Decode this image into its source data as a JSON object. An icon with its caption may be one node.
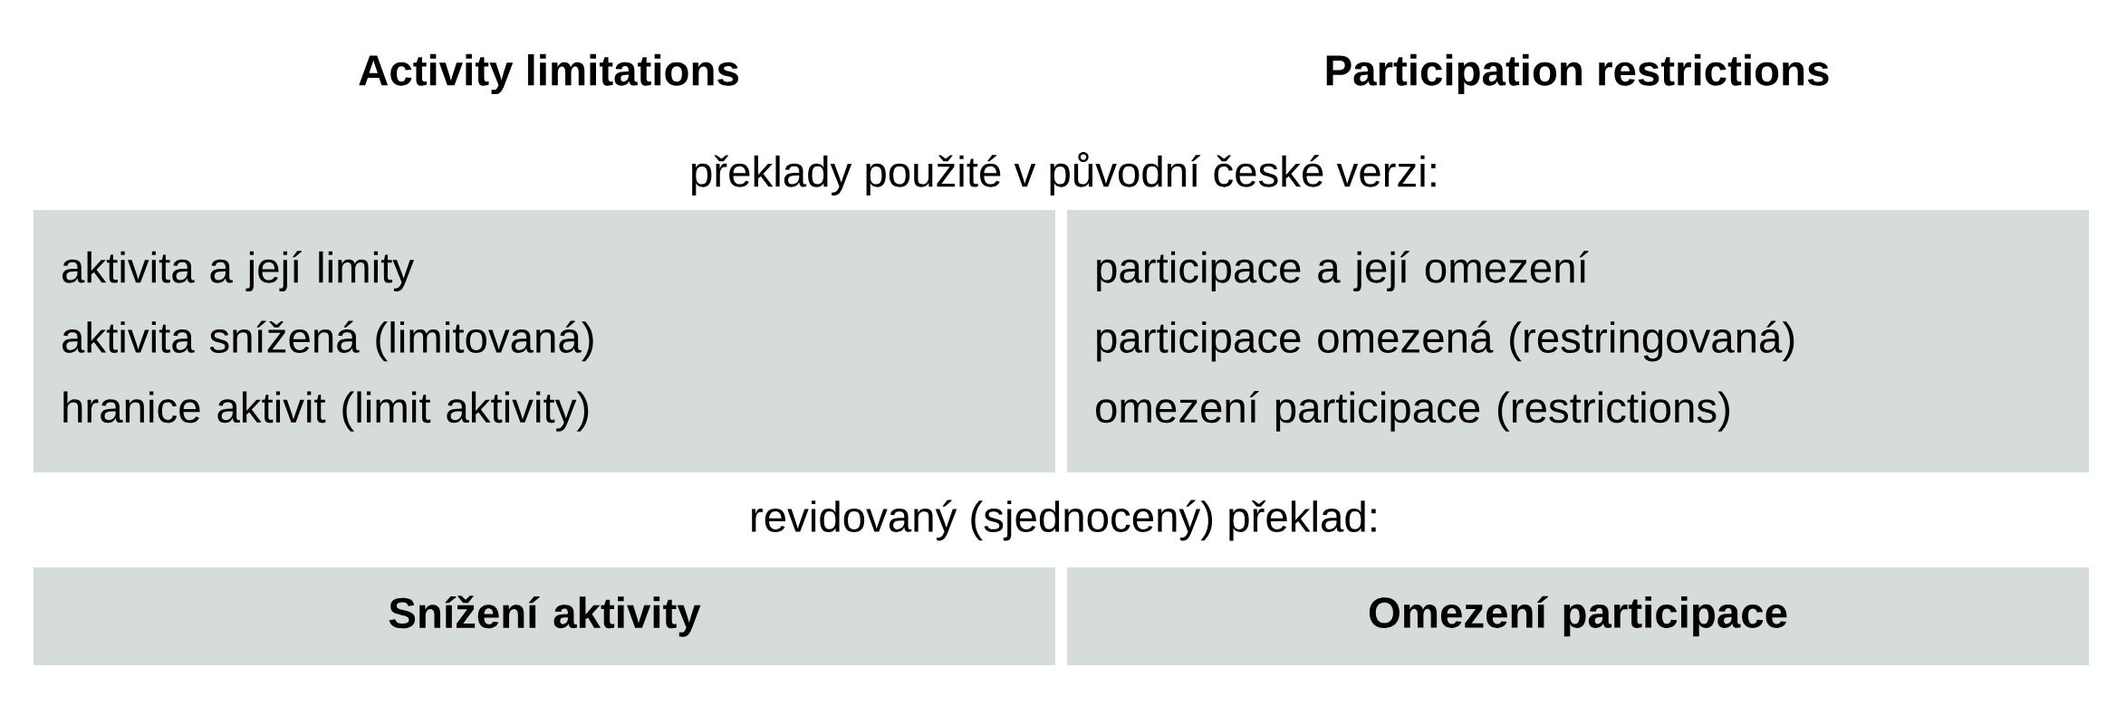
{
  "diagram": {
    "nodes": [
      {
        "text": [
          "aktivita a její limity",
          "aktivita snížená (limitovaná)",
          "hranice aktivit (limit aktivity)"
        ]
      },
      {
        "text": [
          "participace a její omezení",
          "participace omezená (restringovaná)",
          "omezení participace (restrictions)"
        ]
      },
      {
        "text": [
          "Snížení aktivity"
        ]
      },
      {
        "text": [
          "Omezení participace"
        ]
      }
    ],
    "labels": [
      "Activity limitations",
      "Participation restrictions",
      "překlady použité v původní české verzi:",
      "revidovaný (sjednocený) překlad:"
    ]
  }
}
